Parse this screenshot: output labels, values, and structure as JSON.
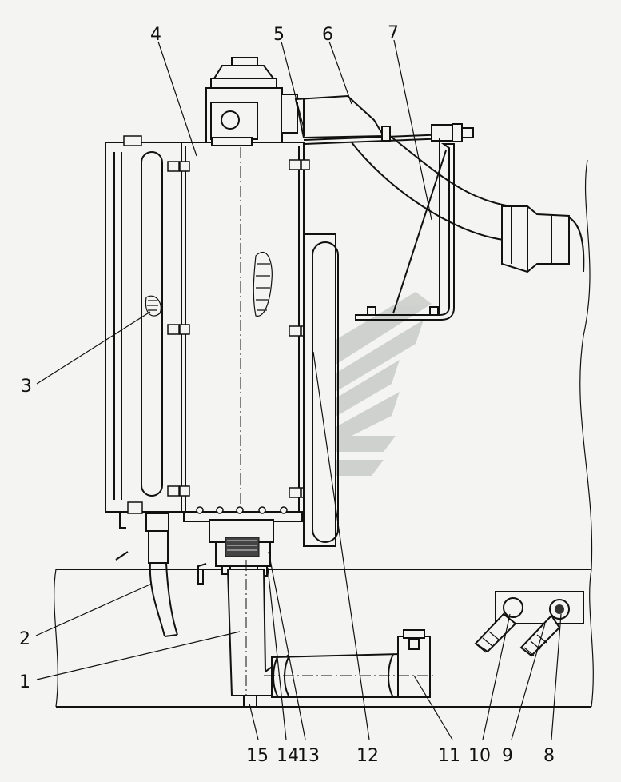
{
  "diagram": {
    "callouts": [
      {
        "id": "c1",
        "text": "1"
      },
      {
        "id": "c2",
        "text": "2"
      },
      {
        "id": "c3",
        "text": "3"
      },
      {
        "id": "c4",
        "text": "4"
      },
      {
        "id": "c5",
        "text": "5"
      },
      {
        "id": "c6",
        "text": "6"
      },
      {
        "id": "c7",
        "text": "7"
      },
      {
        "id": "c8",
        "text": "8"
      },
      {
        "id": "c9",
        "text": "9"
      },
      {
        "id": "c10",
        "text": "10"
      },
      {
        "id": "c11",
        "text": "11"
      },
      {
        "id": "c12",
        "text": "12"
      },
      {
        "id": "c13",
        "text": "13"
      },
      {
        "id": "c14",
        "text": "14"
      },
      {
        "id": "c15",
        "text": "15"
      }
    ]
  }
}
